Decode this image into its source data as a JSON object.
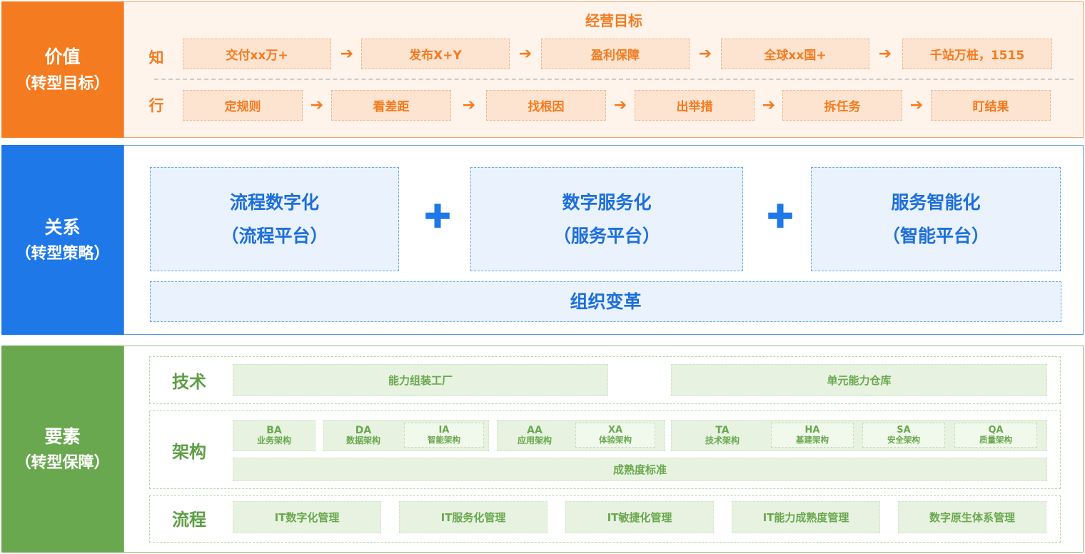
{
  "value": {
    "side_title": "价值",
    "side_sub": "（转型目标）",
    "goal_title": "经营目标",
    "know_label": "知",
    "act_label": "行",
    "know_steps": [
      "交付xx万+",
      "发布X+Y",
      "盈利保障",
      "全球xx国+",
      "千站万桩，1515"
    ],
    "act_steps": [
      "定规则",
      "看差距",
      "找根因",
      "出举措",
      "拆任务",
      "盯结果"
    ]
  },
  "relation": {
    "side_title": "关系",
    "side_sub": "（转型策略）",
    "platforms": [
      {
        "title": "流程数字化",
        "sub": "（流程平台）"
      },
      {
        "title": "数字服务化",
        "sub": "（服务平台）"
      },
      {
        "title": "服务智能化",
        "sub": "（智能平台）"
      }
    ],
    "org": "组织变革"
  },
  "elements": {
    "side_title": "要素",
    "side_sub": "（转型保障）",
    "tech": {
      "label": "技术",
      "items": [
        "能力组装工厂",
        "单元能力仓库"
      ]
    },
    "arch": {
      "label": "架构",
      "ba": {
        "code": "BA",
        "name": "业务架构"
      },
      "da": {
        "code": "DA",
        "name": "数据架构"
      },
      "ia": {
        "code": "IA",
        "name": "智能架构"
      },
      "aa": {
        "code": "AA",
        "name": "应用架构"
      },
      "xa": {
        "code": "XA",
        "name": "体验架构"
      },
      "ta": {
        "code": "TA",
        "name": "技术架构"
      },
      "ha": {
        "code": "HA",
        "name": "基建架构"
      },
      "sa": {
        "code": "SA",
        "name": "安全架构"
      },
      "qa": {
        "code": "QA",
        "name": "质量架构"
      },
      "maturity": "成熟度标准"
    },
    "process": {
      "label": "流程",
      "items": [
        "IT数字化管理",
        "IT服务化管理",
        "IT敏捷化管理",
        "IT能力成熟度管理",
        "数字原生体系管理"
      ]
    }
  },
  "colors": {
    "orange": "#f47b20",
    "blue": "#1e78e8",
    "green": "#6aa84f"
  }
}
